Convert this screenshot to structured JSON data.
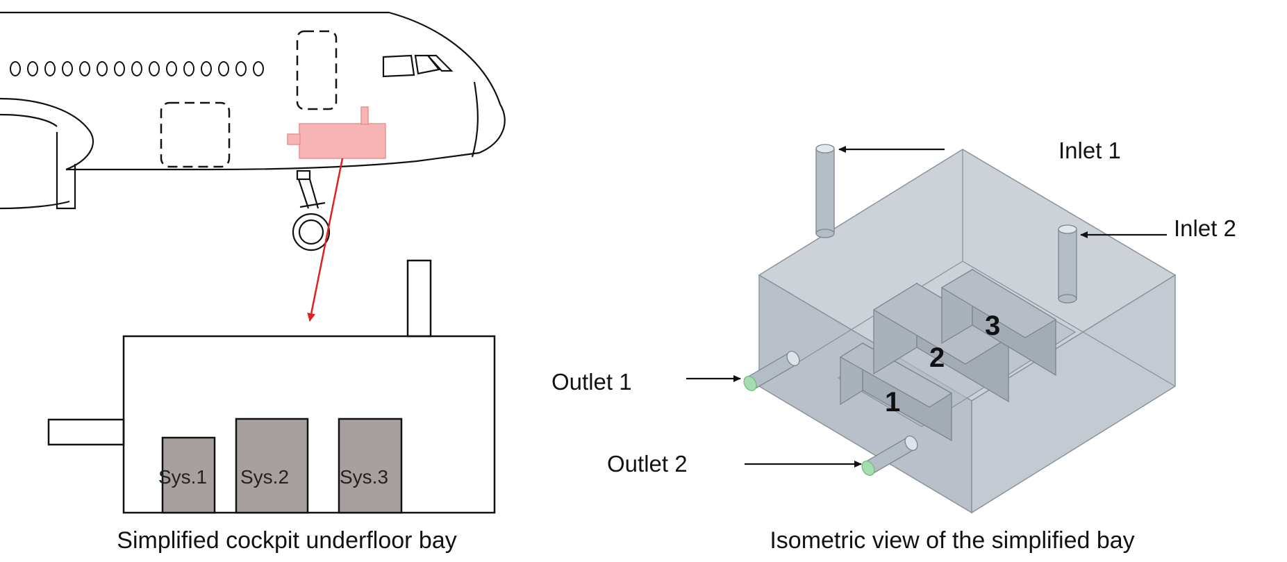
{
  "left_panel": {
    "system_labels": [
      "Sys.1",
      "Sys.2",
      "Sys.3"
    ],
    "caption": "Simplified cockpit underfloor bay"
  },
  "right_panel": {
    "callouts": {
      "inlet1": "Inlet 1",
      "inlet2": "Inlet 2",
      "outlet1": "Outlet 1",
      "outlet2": "Outlet 2"
    },
    "system_numbers": [
      "1",
      "2",
      "3"
    ],
    "caption": "Isometric view of the simplified bay"
  },
  "colors": {
    "bay_highlight": "#f7b4b4",
    "leader_arrow": "#e02020",
    "system_fill": "#a7a09e",
    "iso_box": "#c8ced6",
    "outlet_ring": "#7fcf7f"
  }
}
